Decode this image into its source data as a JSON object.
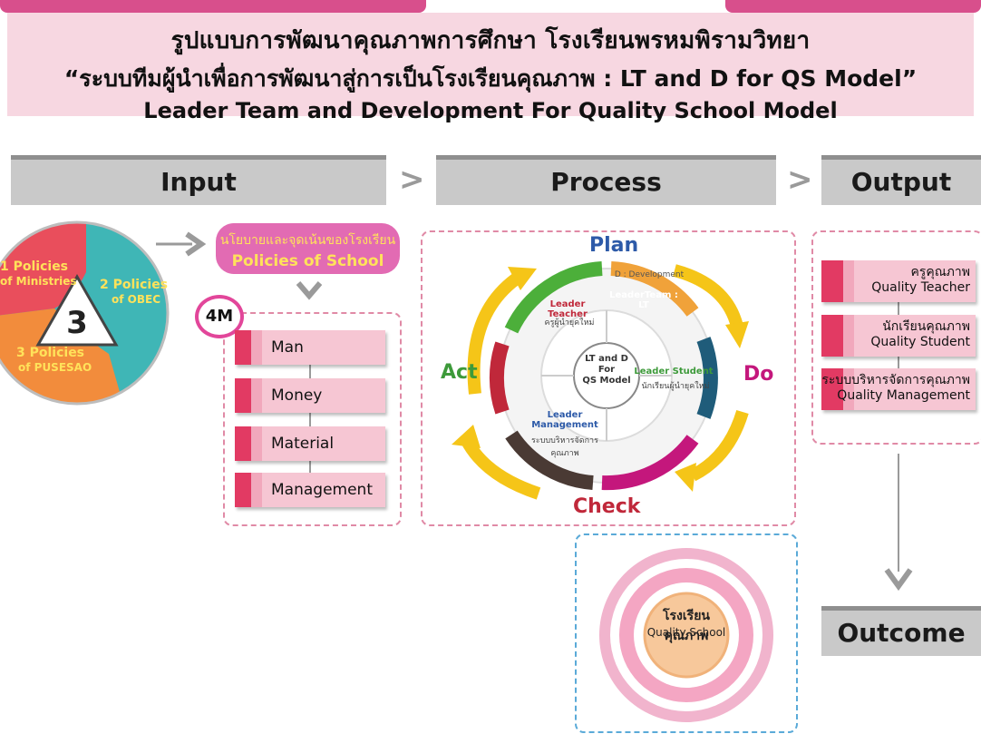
{
  "header": {
    "line1": "รูปแบบการพัฒนาคุณภาพการศึกษา โรงเรียนพรหมพิรามวิทยา",
    "line2": "“ระบบทีมผู้นำเพื่อการพัฒนาสู่การเป็นโรงเรียนคุณภาพ : LT and D for QS Model”",
    "line3": "Leader Team and Development For Quality School Model"
  },
  "sections": {
    "input": "Input",
    "process": "Process",
    "output": "Output",
    "outcome": "Outcome"
  },
  "policies": {
    "p1_title": "1 Policies",
    "p1_sub": "of Ministries",
    "p2_title": "2 Policies",
    "p2_sub": "of OBEC",
    "p3_title": "3 Policies",
    "p3_sub": "of PUSESAO",
    "center_number": "3"
  },
  "school_policy": {
    "thai": "นโยบายและจุดเน้นของโรงเรียน",
    "english": "Policies of School"
  },
  "four_m": {
    "badge": "4M",
    "items": [
      "Man",
      "Money",
      "Material",
      "Management"
    ]
  },
  "process": {
    "plan": "Plan",
    "do": "Do",
    "check": "Check",
    "act": "Act",
    "center": [
      "LT and D",
      "For",
      "QS Model"
    ],
    "segments": {
      "leader_teacher": "Leader Teacher",
      "leader_teacher_th": "ครูผู้นำยุคใหม่",
      "leaderteam_lt": "LeaderTeam : LT",
      "d_development": "D : Development",
      "leader_student": "Leader Student",
      "leader_student_th": "นักเรียนผู้นำยุคใหม่",
      "leader_management": "Leader Management",
      "leader_management_th": "ระบบบริหารจัดการคุณภาพ"
    }
  },
  "output": {
    "items": [
      {
        "thai": "ครูคุณภาพ",
        "english": "Quality Teacher"
      },
      {
        "thai": "นักเรียนคุณภาพ",
        "english": "Quality Student"
      },
      {
        "thai": "ระบบบริหารจัดการคุณภาพ",
        "english": "Quality Management"
      }
    ]
  },
  "outcome": {
    "thai": "โรงเรียนคุณภาพ",
    "english": "Quality School"
  },
  "colors": {
    "pink_header": "#f7d7e1",
    "magenta": "#d84f8c",
    "banner_gray": "#c9c9c9",
    "dash_pink": "#e08aa6",
    "arrow_yellow": "#f5c518",
    "plan_blue": "#2d5aa8",
    "do_magenta": "#c4177c",
    "check_red": "#c0283a",
    "act_green": "#3d9a3a"
  }
}
